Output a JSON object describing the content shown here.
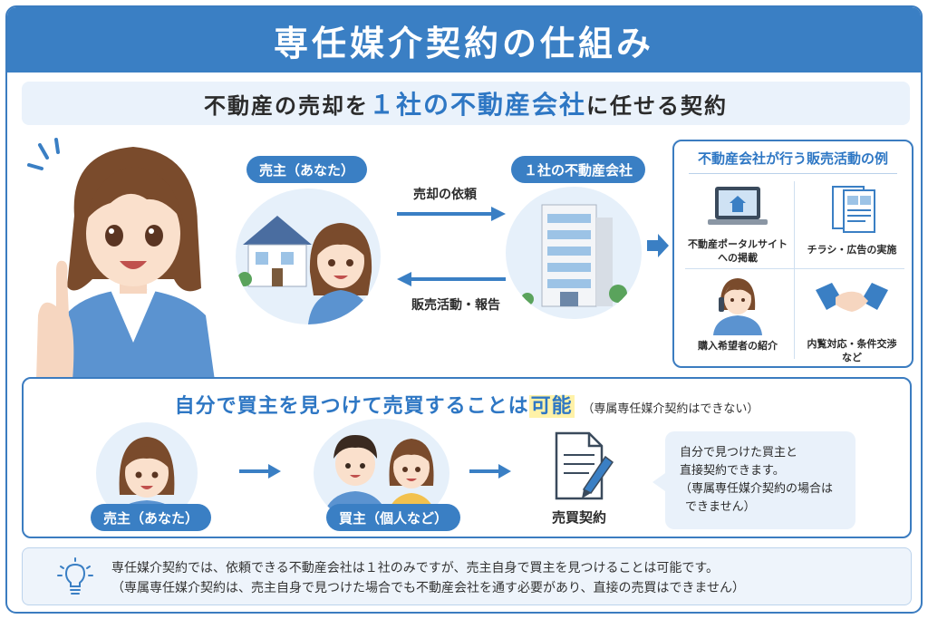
{
  "title": "専任媒介契約の仕組み",
  "subtitle": {
    "pre": "不動産の売却を",
    "highlight": "１社の不動産会社",
    "post": "に任せる契約"
  },
  "seller": {
    "label": "売主（あなた）"
  },
  "agency": {
    "label": "１社の不動産会社"
  },
  "arrows": {
    "request": "売却の依頼",
    "report": "販売活動・報告"
  },
  "examples": {
    "title": "不動産会社が行う販売活動の例",
    "items": [
      {
        "label_line1": "不動産ポータルサイト",
        "label_line2": "への掲載",
        "icon": "laptop-icon"
      },
      {
        "label_line1": "チラシ・広告の実施",
        "label_line2": "",
        "icon": "flyer-icon"
      },
      {
        "label_line1": "購入希望者の紹介",
        "label_line2": "",
        "icon": "agent-on-phone-icon"
      },
      {
        "label_line1": "内覧対応・条件交渉",
        "label_line2": "など",
        "icon": "handshake-icon"
      }
    ]
  },
  "self_section": {
    "title_pre": "自分で買主を見つけて売買することは",
    "title_highlight": "可能",
    "title_note": "（専属専任媒介契約はできない）",
    "seller_label": "売主（あなた）",
    "buyer_label": "買主（個人など）",
    "contract_label": "売買契約",
    "bubble": [
      "自分で見つけた買主と",
      "直接契約できます。",
      "（専属専任媒介契約の場合は",
      "できません）"
    ]
  },
  "footer": {
    "line1": "専任媒介契約では、依頼できる不動産会社は１社のみですが、売主自身で買主を見つけることは可能です。",
    "line2": "（専属専任媒介契約は、売主自身で見つけた場合でも不動産会社を通す必要があり、直接の売買はできません）",
    "icon": "lightbulb-icon"
  },
  "colors": {
    "primary": "#3a7fc4",
    "light_blue": "#e6f0fa",
    "highlight": "#fff2a8"
  }
}
